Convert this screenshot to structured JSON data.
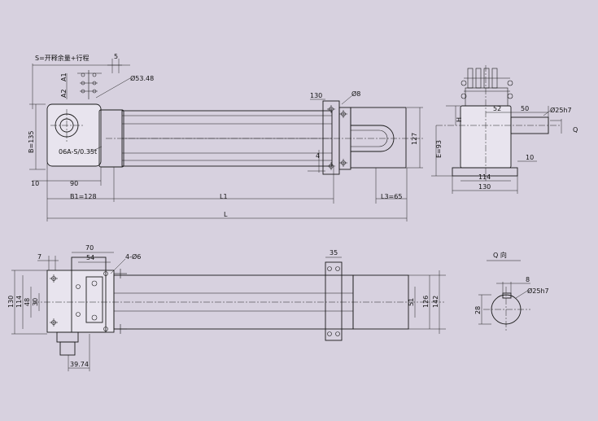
{
  "colors": {
    "background": "#d7d1df",
    "line": "#1a1a1a",
    "panel": "#e8e4ee"
  },
  "top_view": {
    "stroke_note": "S=开释余量+行程",
    "dim_5": "5",
    "dim_A1": "A1",
    "dim_A2": "A2",
    "dim_dia_53_48": "Ø53.48",
    "dim_B_135": "B=135",
    "motor_label": "06A-S/0.35t",
    "dim_10": "10",
    "dim_90": "90",
    "dim_B1_128": "B1=128",
    "dim_L1": "L1",
    "dim_L": "L",
    "dim_130": "130",
    "dim_dia_8": "Ø8",
    "dim_4": "4",
    "dim_127": "127",
    "dim_L3_65": "L3=65"
  },
  "side_view": {
    "dim_H": "H",
    "dim_E_93": "E=93",
    "dim_52": "52",
    "dim_50": "50",
    "dim_dia_25h7": "Ø25h7",
    "label_Q": "Q",
    "dim_10": "10",
    "dim_114": "114",
    "dim_130": "130"
  },
  "bottom_view": {
    "dim_7": "7",
    "dim_70": "70",
    "dim_54": "54",
    "dim_4_dia6": "4-Ø6",
    "dim_35": "35",
    "dim_130": "130",
    "dim_114": "114",
    "dim_48": "48",
    "dim_30": "30",
    "dim_51": "51",
    "dim_126": "126",
    "dim_142": "142",
    "dim_39_74": "39.74"
  },
  "q_view": {
    "title": "Q 向",
    "dim_8": "8",
    "dim_dia_25h7": "Ø25h7",
    "dim_28": "28"
  }
}
